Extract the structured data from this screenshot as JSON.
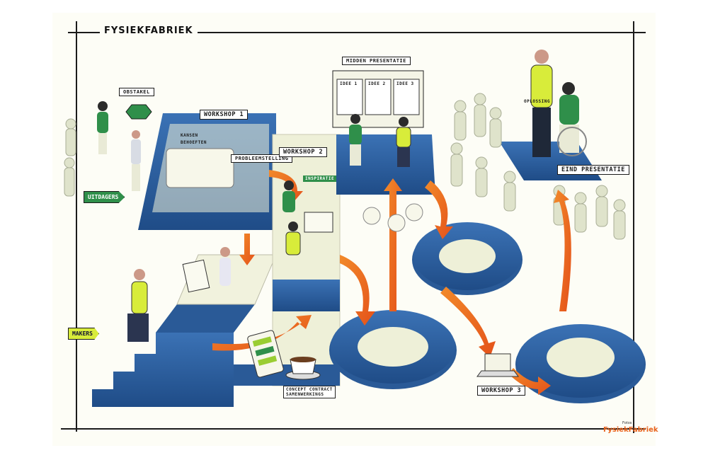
{
  "title": "FYSIEKFABRIEK",
  "labels": {
    "obstakel": "OBSTAKEL",
    "workshop1": "WORKSHOP 1",
    "workshop2": "WORKSHOP 2",
    "workshop3": "WORKSHOP 3",
    "probleemstelling": "PROBLEEMSTELLING",
    "midden_presentatie": "MIDDEN PRESENTATIE",
    "eind_presentatie": "EIND PRESENTATIE",
    "oplossing": "OPLOSSING",
    "kansen": "KANSEN",
    "behoeften": "BEHOEFTEN",
    "inspiratie": "INSPIRATIE",
    "idee1": "IDEE 1",
    "idee2": "IDEE 2",
    "idee3": "IDEE 3",
    "concept_contract": "CONCEPT CONTRACT",
    "samenwerking": "SAMENWERKINGS",
    "uitdagers": "UITDAGERS",
    "makers": "MAKERS",
    "brand_caption": "Fotos",
    "brand": "FysiekFabriek"
  },
  "colors": {
    "platform_blue": "#2e5f9e",
    "platform_light": "#eef0d8",
    "accent_green": "#2f8f4a",
    "accent_yellow": "#d8ec3a",
    "arrow_orange": "#ee6a1f",
    "brand_orange": "#e8621c"
  }
}
